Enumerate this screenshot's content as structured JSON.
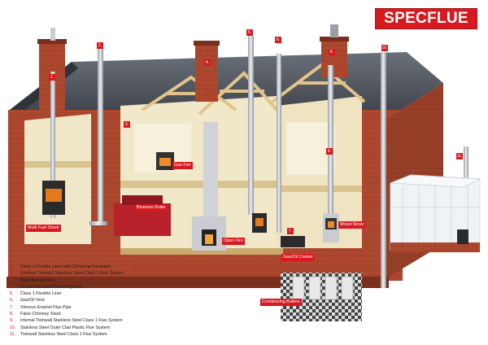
{
  "brand": {
    "logo_text": "SPECFLUE"
  },
  "callouts": {
    "multi_fuel_stove": "Multi Fuel Stove",
    "biomass_boiler": "Biomass Boiler",
    "gas_fire": "Gas Fire",
    "open_fire": "Open Fire",
    "gas_oil_cooker": "Gas/Oil Cooker",
    "wood_stove": "Wood Stove",
    "condensing_boilers": "Condensing Boilers"
  },
  "badges": [
    "1.",
    "2.",
    "3.",
    "4.",
    "5.",
    "6.",
    "7.",
    "8.",
    "9.",
    "10.",
    "11."
  ],
  "legend": [
    {
      "num": "1.",
      "text": "Class 1 Flexible Liner with Chimwrap Insulation"
    },
    {
      "num": "2.",
      "text": "External Twinwall Stainless Steel Class 1 Flue System"
    },
    {
      "num": "3.",
      "text": "Wall Mounted Fan"
    },
    {
      "num": "4.",
      "text": "Double Modular Pumice System"
    },
    {
      "num": "5.",
      "text": "Class 1 Flexible Liner"
    },
    {
      "num": "6.",
      "text": "Gas/Oil Vent"
    },
    {
      "num": "7.",
      "text": "Vitreous Enamel Flue Pipe"
    },
    {
      "num": "8.",
      "text": "False Chimney Stack"
    },
    {
      "num": "9.",
      "text": "Internal Twinwall Stainless Steel Class 1 Flue System"
    },
    {
      "num": "10.",
      "text": "Stainless Steel Outer Clad Plastic Flue System"
    },
    {
      "num": "11.",
      "text": "Twinwall Stainless Steel Class 1 Flue System"
    }
  ],
  "colors": {
    "brand_red": "#d71920",
    "brick": "#b0492f",
    "roof": "#4a4f57",
    "timber": "#e2c48a",
    "interior_wall": "#f1e7c9",
    "floor": "#d9c48f",
    "flue_steel": "#c9ccd0"
  }
}
